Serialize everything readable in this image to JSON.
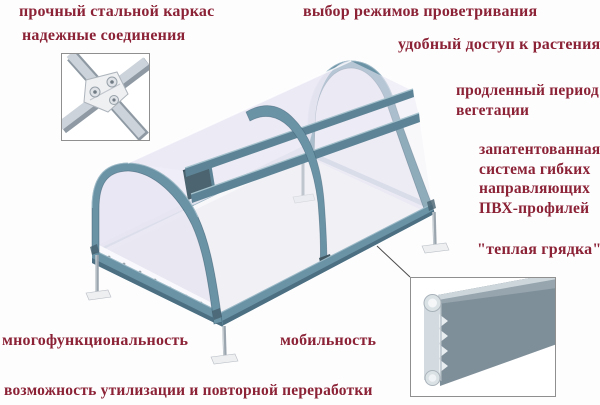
{
  "title": "Greenhouse features infographic",
  "labels": {
    "frame": "прочный стальной каркас",
    "joints": "надежные соединения",
    "ventilation": "выбор режимов проветривания",
    "access": "удобный доступ к растениям",
    "vegetation": "продленный период\nвегетации",
    "pvc_system": "запатентованная\nсистема гибких\nнаправляющих\nПВХ-профилей",
    "warm_bed": "\"теплая грядка\"",
    "multifunction": "многофункциональность",
    "mobility": "мобильность",
    "recycling": "возможность утилизации и повторной переработки"
  },
  "illustrations": {
    "main": "3D render of arched tunnel greenhouse with steel frame, translucent film cover, roof vent opening and four legs",
    "inset_top_left": "detail of steel cross joint with connector plate and bolts",
    "inset_bottom_right": "cross-section of hollow PVC warm-bed profile plank"
  },
  "colors": {
    "label_text": "#8b2236",
    "frame_teal": "#6b93a6",
    "frame_teal_dark": "#4c7082",
    "film": "#e9e7f3",
    "steel_gray": "#9aa5ae",
    "background": "#fdfdfe"
  }
}
